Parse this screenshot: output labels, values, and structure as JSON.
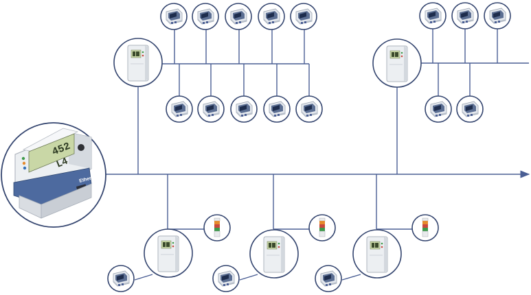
{
  "diagram": {
    "colors": {
      "line": "#4a5e94",
      "circle_stroke": "#34456f",
      "device_body": "#eceff2",
      "device_edge": "#b8bec6",
      "screen": "#c9d7a6",
      "connector": "#7d8da8",
      "green": "#3d9a4a",
      "red": "#c8473d",
      "orange": "#e58a2c",
      "blue": "#3470b8"
    },
    "controller": {
      "display_top": "452",
      "display_bottom": "L4",
      "brand": "Ethernet"
    }
  }
}
